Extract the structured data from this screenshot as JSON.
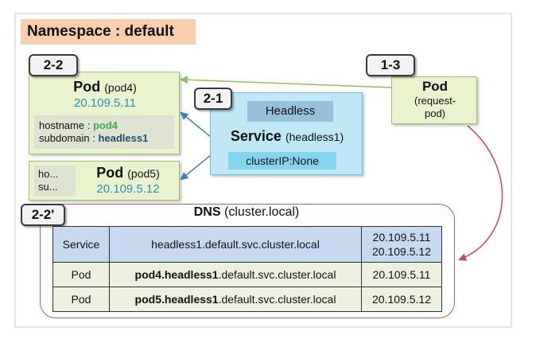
{
  "namespace_title": "Namespace : default",
  "pod4": {
    "tag": "2-2",
    "title": "Pod",
    "name": "(pod4)",
    "ip": "20.109.5.11",
    "hostname_label": "hostname : ",
    "hostname_value": "pod4",
    "subdomain_label": "subdomain : ",
    "subdomain_value": "headless1"
  },
  "pod5": {
    "title": "Pod",
    "name": "(pod5)",
    "ip": "20.109.5.12",
    "hostname_abbrev": "ho...",
    "subdomain_abbrev": "su..."
  },
  "service": {
    "tag": "2-1",
    "headless_label": "Headless",
    "title": "Service",
    "name": "(headless1)",
    "cluster_ip": "clusterIP:None"
  },
  "request_pod": {
    "tag": "1-3",
    "title": "Pod",
    "name_line1": "(request-",
    "name_line2": "pod)"
  },
  "dns": {
    "tag": "2-2'",
    "title": "DNS",
    "subtitle": "(cluster.local)",
    "rows": [
      {
        "type": "Service",
        "name_bold": "",
        "name_rest": "headless1.default.svc.cluster.local",
        "ip1": "20.109.5.11",
        "ip2": "20.109.5.12"
      },
      {
        "type": "Pod",
        "name_bold": "pod4.headless1",
        "name_rest": ".default.svc.cluster.local",
        "ip1": "20.109.5.11"
      },
      {
        "type": "Pod",
        "name_bold": "pod5.headless1",
        "name_rest": ".default.svc.cluster.local",
        "ip1": "20.109.5.12"
      }
    ]
  },
  "colors": {
    "green_arrow": "#8fbf5f",
    "blue_arrow": "#3f7fc2",
    "red_arrow": "#c84b4b"
  }
}
